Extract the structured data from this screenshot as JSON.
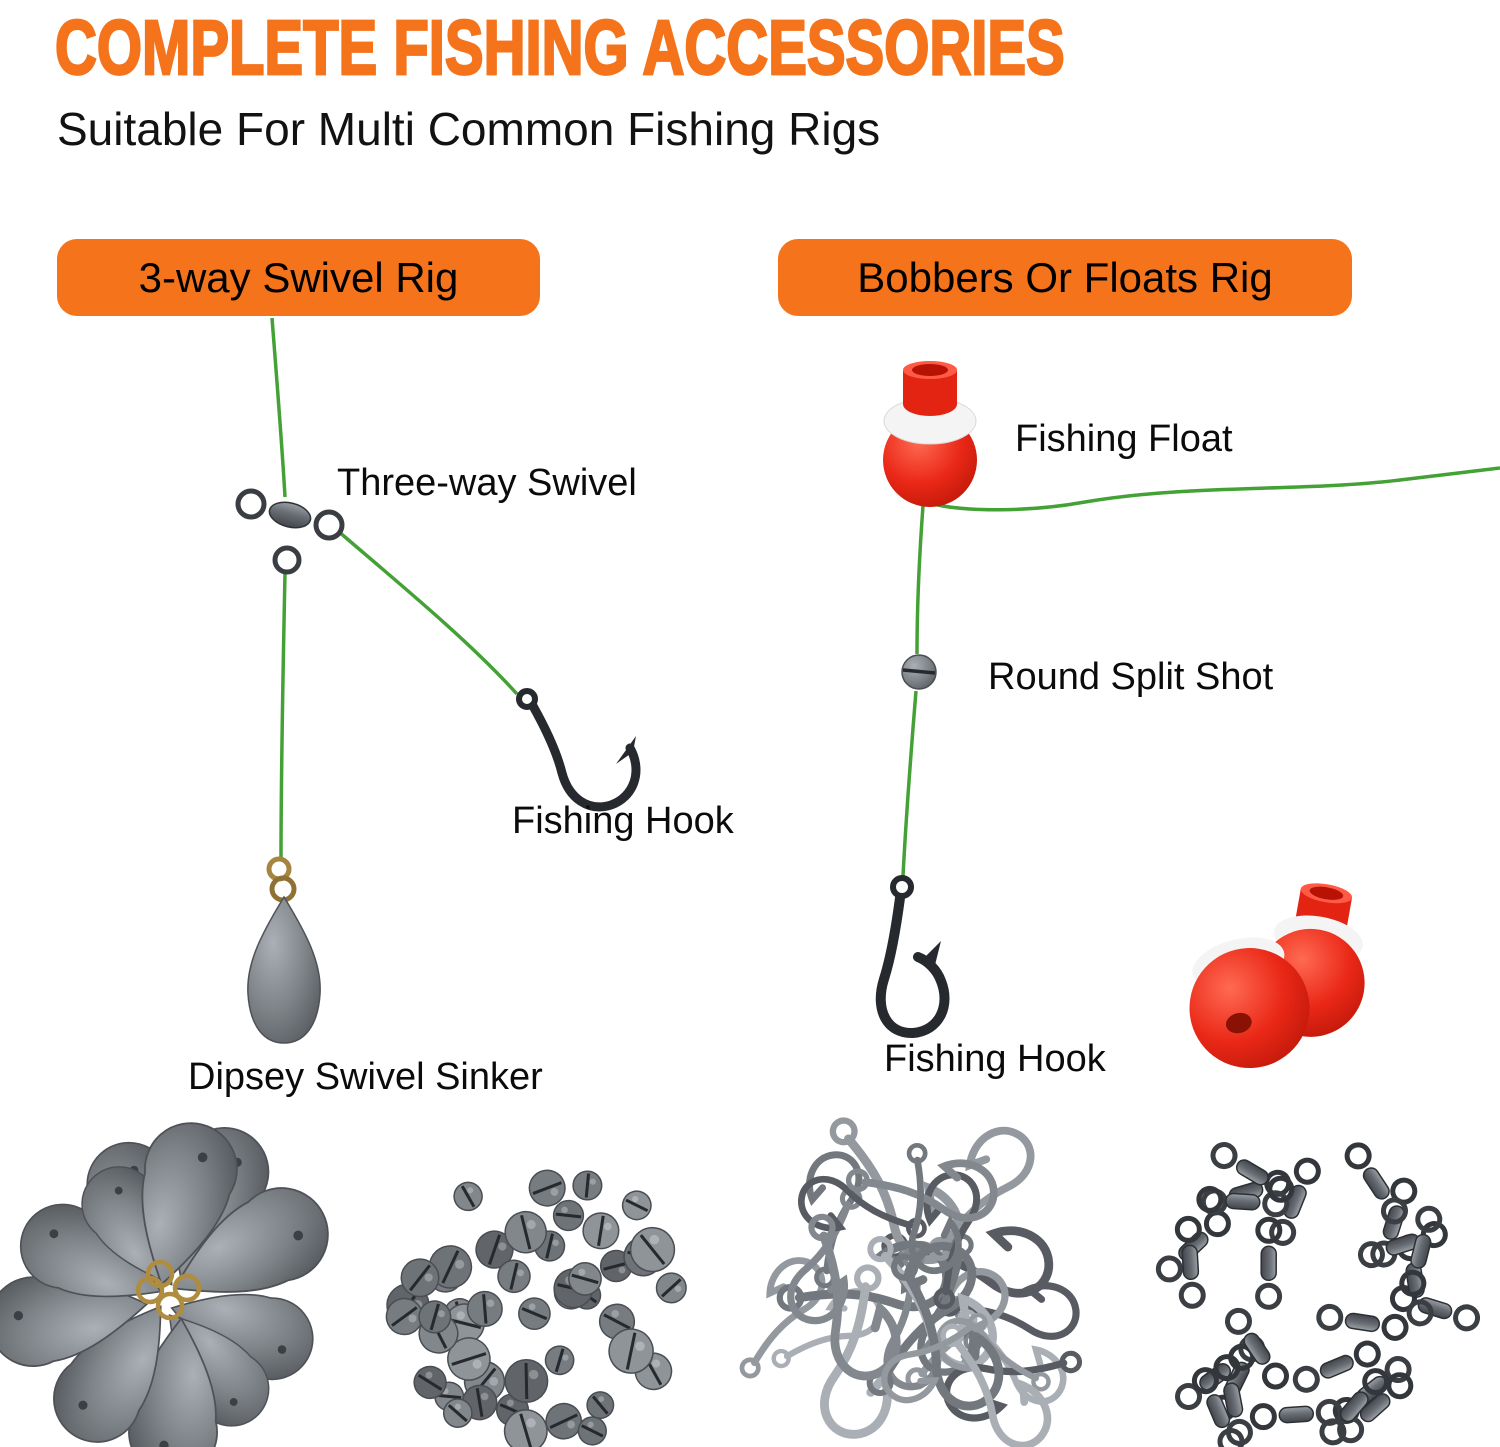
{
  "header": {
    "title": "COMPLETE FISHING ACCESSORIES",
    "subtitle": "Suitable For Multi Common Fishing Rigs"
  },
  "left_rig": {
    "label": "3-way Swivel Rig",
    "swivel_label": "Three-way Swivel",
    "hook_label": "Fishing Hook",
    "sinker_label": "Dipsey Swivel Sinker"
  },
  "right_rig": {
    "label": "Bobbers Or Floats Rig",
    "float_label": "Fishing Float",
    "split_shot_label": "Round Split Shot",
    "hook_label": "Fishing Hook"
  },
  "colors": {
    "accent_orange": "#F4731B",
    "line_green": "#44A135",
    "float_red": "#E82413",
    "float_white": "#F4F4F4",
    "metal_gray": "#7A7F85",
    "text_black": "#0B0B0B"
  },
  "illustrations": {
    "left_rig": [
      "fishing-line",
      "three-way-swivel-icon",
      "fishing-hook-icon",
      "dipsey-swivel-sinker-icon"
    ],
    "right_rig": [
      "fishing-float-icon",
      "fishing-line",
      "round-split-shot-icon",
      "fishing-hook-icon",
      "bobbers-pair-photo"
    ],
    "bottom_photos": [
      "dipsey-sinkers-pile-photo",
      "split-shots-pile-photo",
      "hooks-pile-photo",
      "swivels-pile-photo"
    ]
  }
}
